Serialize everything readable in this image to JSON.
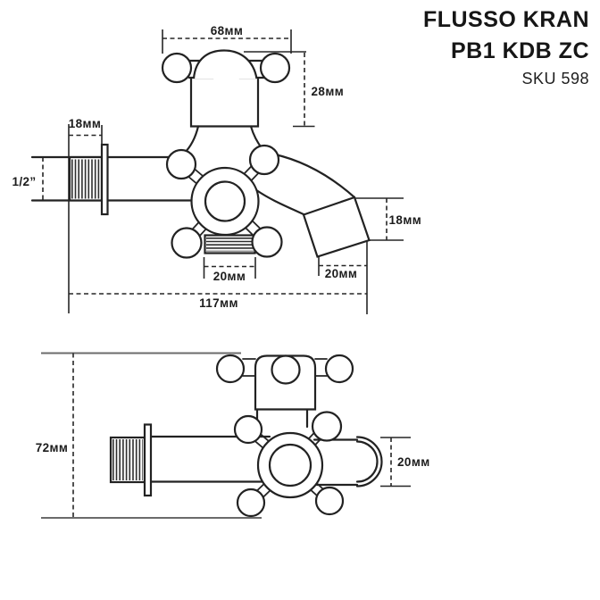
{
  "header": {
    "brand_line1": "FLUSSO KRAN",
    "brand_line2": "PB1 KDB ZC",
    "sku": "SKU 598"
  },
  "colors": {
    "line": "#222222",
    "reference_line": "#6b6b6b",
    "background": "#ffffff",
    "text": "#161616"
  },
  "front_view": {
    "dimensions": {
      "handle_width": "68мм",
      "handle_height": "28мм",
      "wall_thread_length": "18мм",
      "thread_size": "1/2”",
      "bottom_outlet_width": "20мм",
      "spout_end_height": "18мм",
      "spout_end_width": "20мм",
      "total_length": "117мм"
    }
  },
  "top_view": {
    "dimensions": {
      "total_depth": "72мм",
      "spout_diameter": "20мм"
    }
  }
}
